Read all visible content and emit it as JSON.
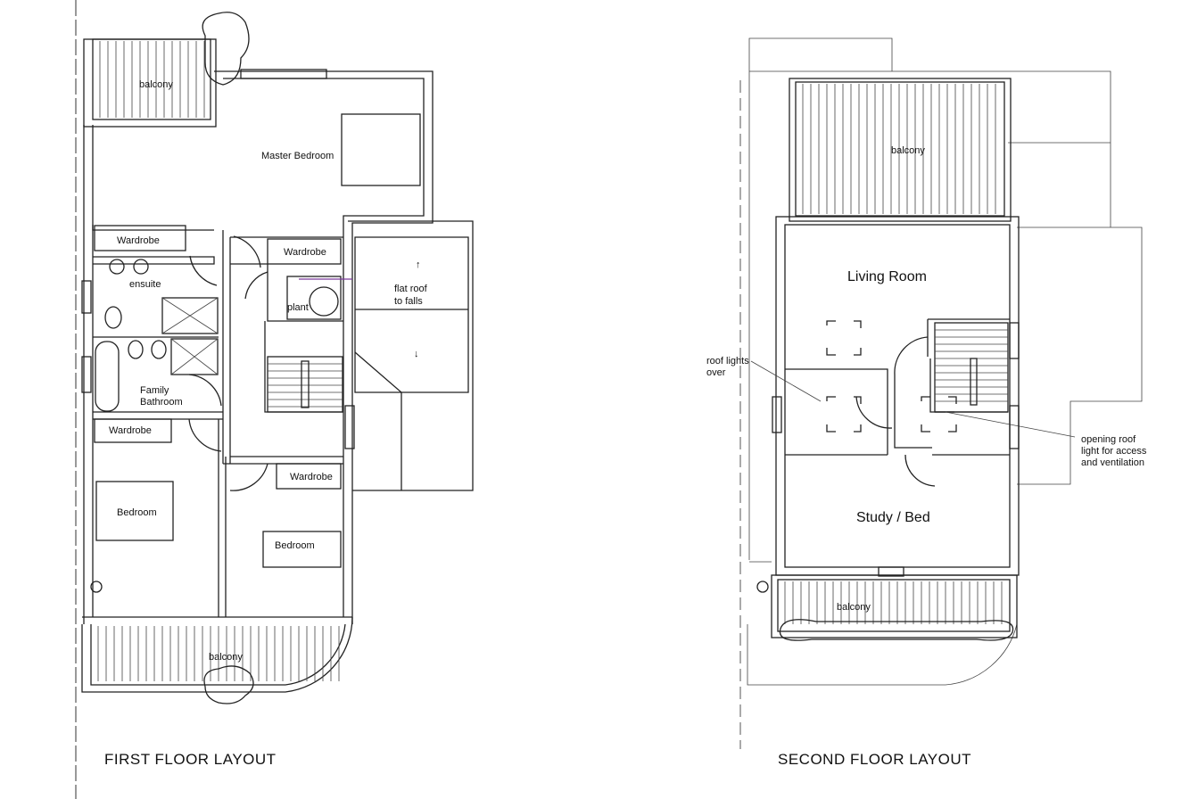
{
  "first_floor": {
    "title": "FIRST FLOOR LAYOUT",
    "rooms": {
      "balcony_top": "balcony",
      "master_bedroom": "Master Bedroom",
      "wardrobe_1": "Wardrobe",
      "wardrobe_2": "Wardrobe",
      "wardrobe_3": "Wardrobe",
      "wardrobe_4": "Wardrobe",
      "ensuite": "ensuite",
      "plant": "plant",
      "flat_roof_line1": "flat roof",
      "flat_roof_line2": "to falls",
      "family_bathroom_line1": "Family",
      "family_bathroom_line2": "Bathroom",
      "bedroom_1": "Bedroom",
      "bedroom_2": "Bedroom",
      "balcony_bottom": "balcony"
    }
  },
  "second_floor": {
    "title": "SECOND FLOOR LAYOUT",
    "rooms": {
      "balcony_top": "balcony",
      "living_room": "Living Room",
      "study_bed": "Study / Bed",
      "balcony_bottom": "balcony"
    },
    "annotations": {
      "roof_lights_line1": "roof lights",
      "roof_lights_line2": "over",
      "opening_line1": "opening roof",
      "opening_line2": "light for access",
      "opening_line3": "and ventilation"
    }
  }
}
